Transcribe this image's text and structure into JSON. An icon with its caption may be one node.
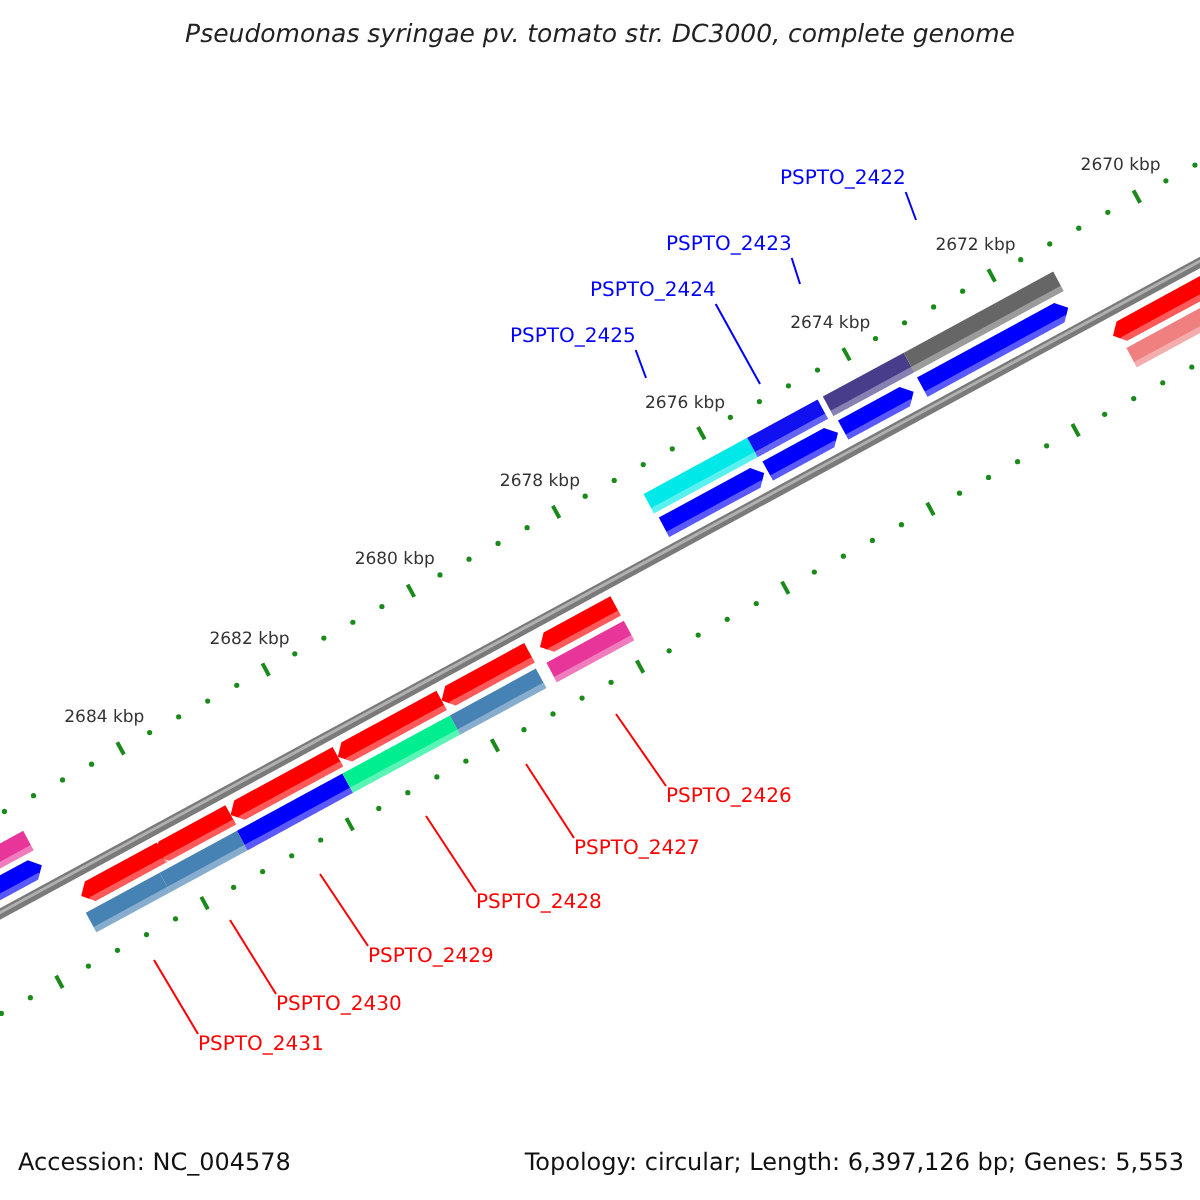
{
  "diagram": {
    "title": "Pseudomonas syringae pv. tomato str. DC3000, complete genome",
    "nodes": [
      {
        "text": [
          "PSPTO_2422"
        ]
      },
      {
        "text": [
          "PSPTO_2423"
        ]
      },
      {
        "text": [
          "PSPTO_2424"
        ]
      },
      {
        "text": [
          "PSPTO_2425"
        ]
      },
      {
        "text": [
          "PSPTO_2426"
        ]
      },
      {
        "text": [
          "PSPTO_2427"
        ]
      },
      {
        "text": [
          "PSPTO_2428"
        ]
      },
      {
        "text": [
          "PSPTO_2429"
        ]
      },
      {
        "text": [
          "PSPTO_2430"
        ]
      },
      {
        "text": [
          "PSPTO_2431"
        ]
      }
    ],
    "edges": [
      {
        "from": 0,
        "to": null,
        "arrow": "none",
        "color": "#0000ff"
      },
      {
        "from": 1,
        "to": null,
        "arrow": "none",
        "color": "#0000ff"
      },
      {
        "from": 2,
        "to": null,
        "arrow": "none",
        "color": "#0000ff"
      },
      {
        "from": 3,
        "to": null,
        "arrow": "none",
        "color": "#0000ff"
      },
      {
        "from": 4,
        "to": null,
        "arrow": "none"
      },
      {
        "from": 5,
        "to": null,
        "arrow": "none"
      },
      {
        "from": 6,
        "to": null,
        "arrow": "none"
      },
      {
        "from": 7,
        "to": null,
        "arrow": "none"
      },
      {
        "from": 8,
        "to": null,
        "arrow": "none"
      },
      {
        "from": 9,
        "to": null,
        "arrow": "none"
      }
    ],
    "labels": [
      "2670 kbp",
      "2672 kbp",
      "2674 kbp",
      "2676 kbp",
      "2678 kbp",
      "2680 kbp",
      "2682 kbp",
      "2684 kbp",
      "Accession: NC_004578",
      "Topology: circular; Length: 6,397,126 bp; Genes: 5,553"
    ]
  }
}
